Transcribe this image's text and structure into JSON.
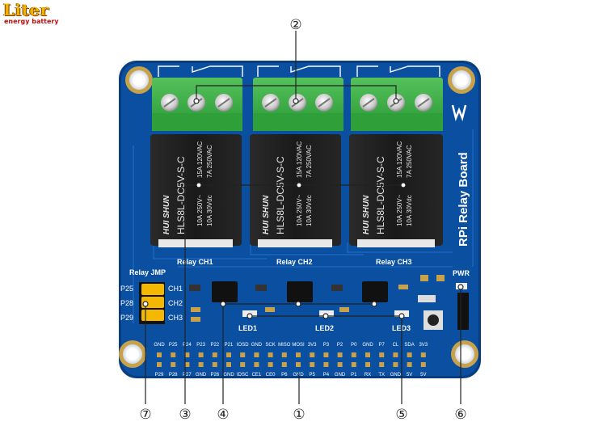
{
  "watermark": {
    "brand": "Liter",
    "tagline": "energy battery"
  },
  "board": {
    "title": "RPi Relay Board",
    "relay_labels": [
      "Relay CH1",
      "Relay CH2",
      "Relay CH3"
    ],
    "relay_model": "HLS8L-DC5V-S-C",
    "relay_brand": "HUI SHUN",
    "relay_rating_right": [
      "15A 120VAC",
      "7A 250VAC"
    ],
    "relay_rating_left": [
      "10A 250V~",
      "10A 30Vdc"
    ],
    "jumper_title": "Relay JMP",
    "jumper_pins": [
      "P25",
      "P28",
      "P29"
    ],
    "jumper_channels": [
      "CH1",
      "CH2",
      "CH3"
    ],
    "led_labels": [
      "LED1",
      "LED2",
      "LED3"
    ],
    "pwr_label": "PWR",
    "header_top": [
      "GND",
      "P25",
      "P24",
      "P23",
      "P22",
      "P21",
      "IOSD",
      "GND",
      "SCK",
      "MISO",
      "MOSI",
      "3V3",
      "P3",
      "P2",
      "P0",
      "GND",
      "P7",
      "CL",
      "SDA",
      "3V3"
    ],
    "header_bottom": [
      "P29",
      "P28",
      "P27",
      "GND",
      "P26",
      "GND",
      "IDSC",
      "CE1",
      "CE0",
      "P6",
      "GND",
      "P5",
      "P4",
      "GND",
      "P1",
      "RX",
      "TX",
      "GND",
      "5V",
      "5V"
    ]
  },
  "callouts": [
    "①",
    "②",
    "③",
    "④",
    "⑤",
    "⑥",
    "⑦"
  ],
  "colors": {
    "pcb": "#0a4fa0",
    "pcb_edge": "#083e80",
    "terminal": "#3fb34a",
    "relay": "#1d1d1d",
    "jumper": "#f5b800"
  }
}
